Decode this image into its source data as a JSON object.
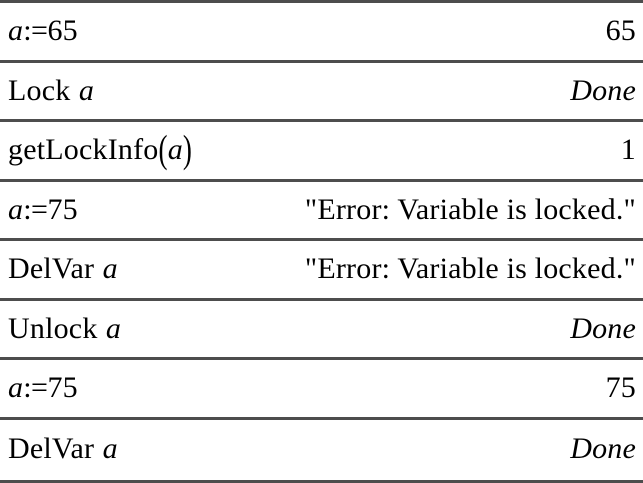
{
  "document": {
    "title": "CAS Lock Variable Example",
    "background_color": "#ffffff",
    "text_color": "#000000",
    "separator_color": "#4d4d4d"
  },
  "rows": [
    {
      "input": "a:=65",
      "input_parts": {
        "var": "a",
        "assign": ":=",
        "value": "65"
      },
      "output": "65",
      "output_style": "number"
    },
    {
      "input": "Lock a",
      "input_parts": {
        "keyword": "Lock",
        "var": "a"
      },
      "output": "Done",
      "output_style": "italic"
    },
    {
      "input": "getLockInfo(a)",
      "input_parts": {
        "function": "getLockInfo",
        "open_paren": "(",
        "var": "a",
        "close_paren": ")"
      },
      "output": "1",
      "output_style": "number"
    },
    {
      "input": "a:=75",
      "input_parts": {
        "var": "a",
        "assign": ":=",
        "value": "75"
      },
      "output": "\"Error: Variable is locked.\"",
      "output_style": "string"
    },
    {
      "input": "DelVar a",
      "input_parts": {
        "keyword": "DelVar",
        "var": "a"
      },
      "output": "\"Error: Variable is locked.\"",
      "output_style": "string"
    },
    {
      "input": "Unlock a",
      "input_parts": {
        "keyword": "Unlock",
        "var": "a"
      },
      "output": "Done",
      "output_style": "italic"
    },
    {
      "input": "a:=75",
      "input_parts": {
        "var": "a",
        "assign": ":=",
        "value": "75"
      },
      "output": "75",
      "output_style": "number"
    },
    {
      "input": "DelVar a",
      "input_parts": {
        "keyword": "DelVar",
        "var": "a"
      },
      "output": "Done",
      "output_style": "italic"
    }
  ]
}
